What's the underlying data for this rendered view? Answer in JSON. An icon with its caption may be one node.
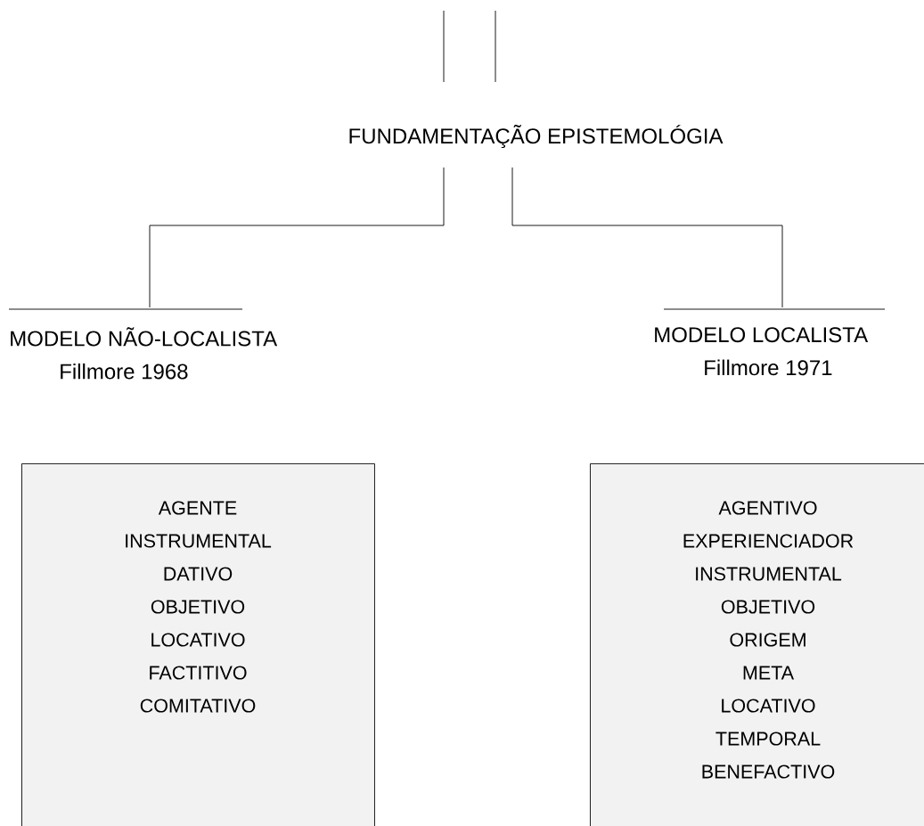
{
  "diagram": {
    "nodes": [
      {
        "text": [
          "FUNDAMENTAÇÃO EPISTEMOLÓGIA"
        ]
      },
      {
        "text": [
          "MODELO NÃO-LOCALISTA",
          "Fillmore 1968"
        ]
      },
      {
        "text": [
          "MODELO LOCALISTA",
          "Fillmore 1971"
        ]
      },
      {
        "text": [
          "AGENTE",
          "INSTRUMENTAL",
          "DATIVO",
          "OBJETIVO",
          "LOCATIVO",
          "FACTITIVO",
          "COMITATIVO"
        ]
      },
      {
        "text": [
          "AGENTIVO",
          "EXPERIENCIADOR",
          "INSTRUMENTAL",
          "OBJETIVO",
          "ORIGEM",
          "META",
          "LOCATIVO",
          "TEMPORAL",
          "BENEFACTIVO"
        ]
      }
    ],
    "edges": [
      {
        "from": 0,
        "to": 1,
        "arrow": "none"
      },
      {
        "from": 0,
        "to": 2,
        "arrow": "none"
      }
    ]
  }
}
